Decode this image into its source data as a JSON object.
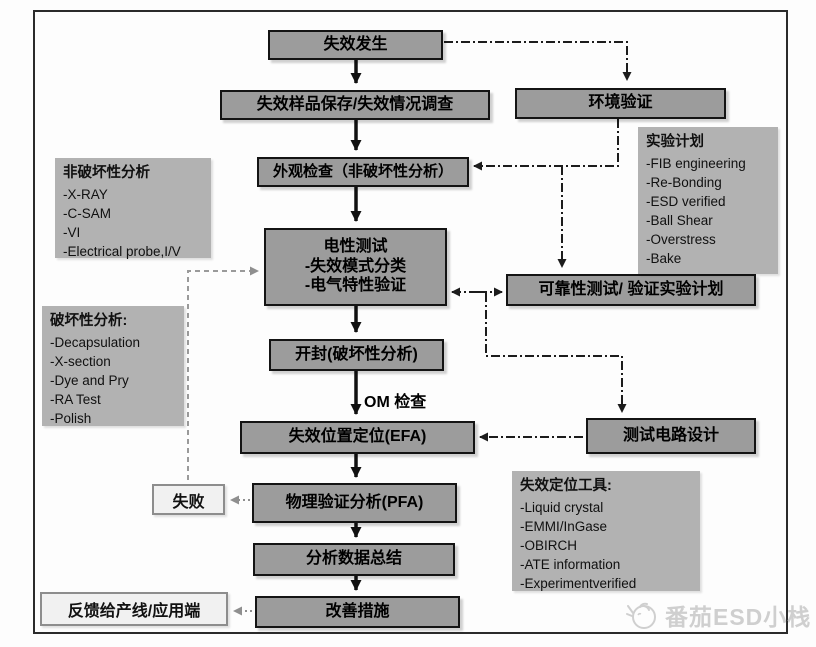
{
  "flow": {
    "fail_occurs": "失效发生",
    "sample_save": "失效样品保存/失效情况调查",
    "env_verify": "环境验证",
    "visual_inspect": "外观检查（非破坏性分析）",
    "electrical_test": {
      "title": "电性测试",
      "line1": "-失效模式分类",
      "line2": "-电气特性验证"
    },
    "reliability": "可靠性测试/ 验证实验计划",
    "decap": "开封(破坏性分析)",
    "om_label": "OM 检查",
    "efa": "失效位置定位(EFA)",
    "test_circuit": "测试电路设计",
    "fail": "失败",
    "pfa": "物理验证分析(PFA)",
    "summary": "分析数据总结",
    "improve": "改善措施",
    "feedback": "反馈给产线/应用端"
  },
  "info_boxes": {
    "nondestructive": {
      "title": "非破坏性分析",
      "items": [
        "-X-RAY",
        "-C-SAM",
        "-VI",
        "-Electrical probe,I/V"
      ]
    },
    "destructive": {
      "title": "破坏性分析:",
      "items": [
        "-Decapsulation",
        "-X-section",
        "-Dye and Pry",
        "-RA Test",
        "-Polish"
      ]
    },
    "experiment_plan": {
      "title": "实验计划",
      "items": [
        "-FIB engineering",
        "-Re-Bonding",
        "-ESD verified",
        "-Ball Shear",
        "-Overstress",
        "-Bake"
      ]
    },
    "localization_tools": {
      "title": "失效定位工具:",
      "items": [
        "-Liquid crystal",
        "-EMMI/InGase",
        "-OBIRCH",
        "-ATE information",
        "-Experimentverified"
      ]
    }
  },
  "watermark": {
    "text": "番茄ESD小栈"
  },
  "colors": {
    "flow_box": "#9c9c9c",
    "info_box": "#b2b2b2",
    "light_box": "#f1f1f1",
    "box_border": "#141414",
    "watermark": "#cfcfcf"
  }
}
